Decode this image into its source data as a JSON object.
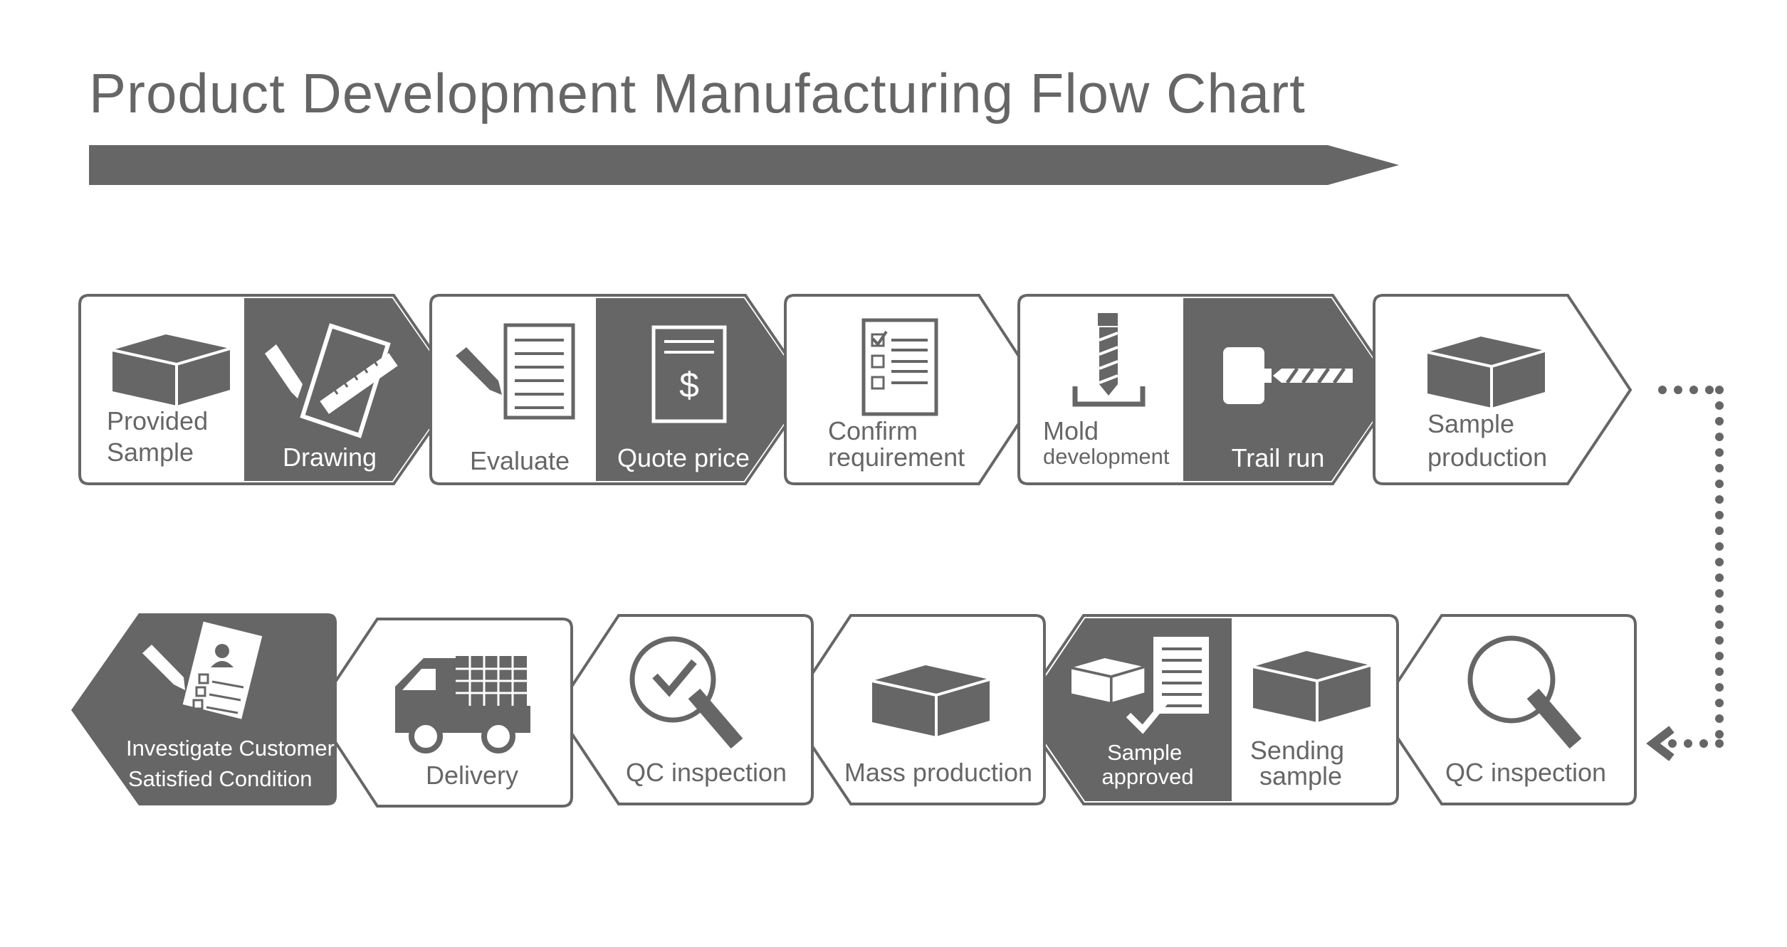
{
  "title": "Product Development Manufacturing Flow Chart",
  "colors": {
    "dark": "#666666",
    "light": "#ffffff"
  },
  "row1": [
    {
      "id": "provided-sample",
      "lines": [
        "Provided",
        "Sample"
      ],
      "icon": "box-icon",
      "dark": false
    },
    {
      "id": "drawing",
      "lines": [
        "Drawing"
      ],
      "icon": "pencil-ruler-icon",
      "dark": true
    },
    {
      "id": "evaluate",
      "lines": [
        "Evaluate"
      ],
      "icon": "pencil-document-icon",
      "dark": false
    },
    {
      "id": "quote-price",
      "lines": [
        "Quote price"
      ],
      "icon": "dollar-document-icon",
      "dark": true
    },
    {
      "id": "confirm-requirement",
      "lines": [
        "Confirm",
        "requirement"
      ],
      "icon": "checklist-icon",
      "dark": false
    },
    {
      "id": "mold-development",
      "lines": [
        "Mold",
        "development"
      ],
      "icon": "drill-mold-icon",
      "dark": false
    },
    {
      "id": "trail-run",
      "lines": [
        "Trail run"
      ],
      "icon": "screw-icon",
      "dark": true
    },
    {
      "id": "sample-production",
      "lines": [
        "Sample",
        "production"
      ],
      "icon": "box-icon",
      "dark": false
    }
  ],
  "row2": [
    {
      "id": "qc-inspection-first",
      "lines": [
        "QC inspection"
      ],
      "icon": "magnifier-icon",
      "dark": false
    },
    {
      "id": "sending-sample",
      "lines": [
        "Sending",
        "sample"
      ],
      "icon": "box-icon",
      "dark": false
    },
    {
      "id": "sample-approved",
      "lines": [
        "Sample",
        "approved"
      ],
      "icon": "box-document-check-icon",
      "dark": true
    },
    {
      "id": "mass-production",
      "lines": [
        "Mass production"
      ],
      "icon": "box-icon",
      "dark": false
    },
    {
      "id": "qc-inspection-second",
      "lines": [
        "QC inspection"
      ],
      "icon": "magnifier-check-icon",
      "dark": false
    },
    {
      "id": "delivery",
      "lines": [
        "Delivery"
      ],
      "icon": "truck-icon",
      "dark": false
    },
    {
      "id": "investigate-customer",
      "lines": [
        "Investigate Customer",
        "Satisfied Condition"
      ],
      "icon": "survey-form-icon",
      "dark": true
    }
  ]
}
